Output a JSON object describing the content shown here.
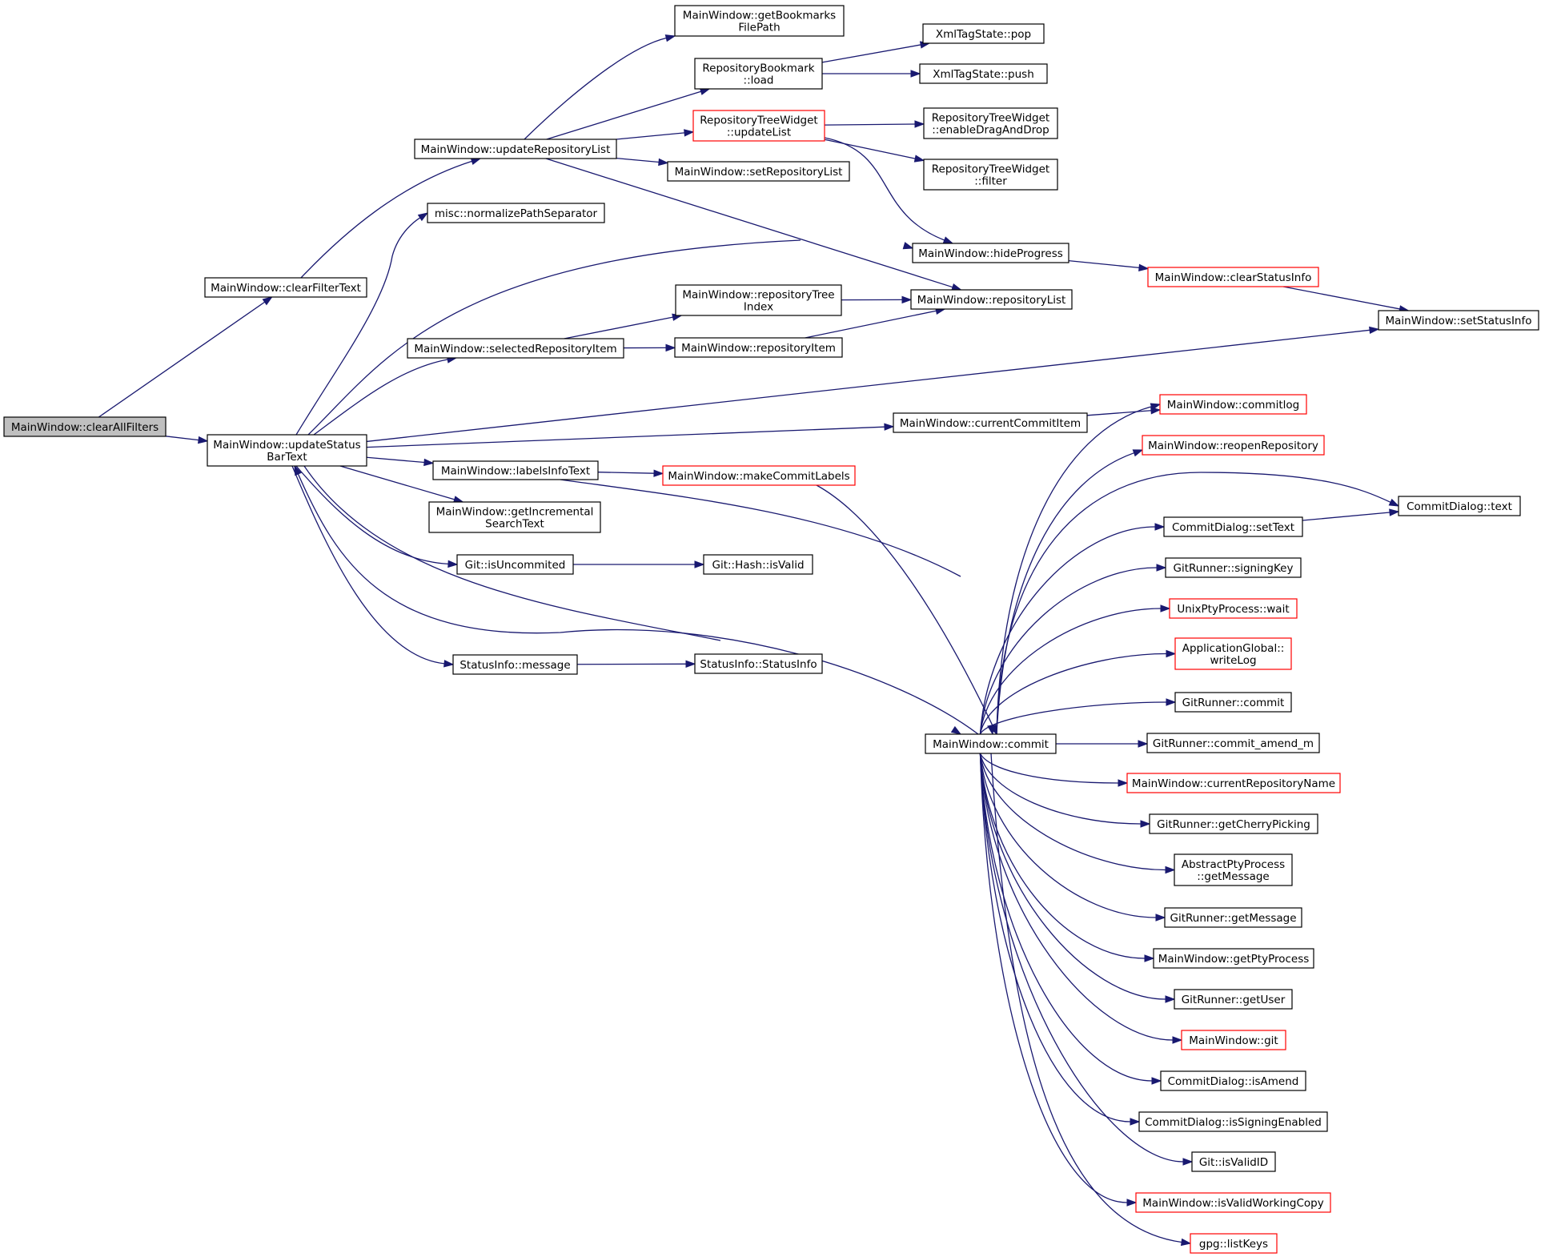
{
  "diagram": {
    "nodes": [
      {
        "id": "clearAllFilters",
        "lines": [
          "MainWindow::clearAllFilters"
        ],
        "root": true
      },
      {
        "id": "clearFilterText",
        "lines": [
          "MainWindow::clearFilterText"
        ]
      },
      {
        "id": "updateStatusBarText",
        "lines": [
          "MainWindow::updateStatus",
          "BarText"
        ]
      },
      {
        "id": "updateRepositoryList",
        "lines": [
          "MainWindow::updateRepositoryList"
        ]
      },
      {
        "id": "normalizePathSeparator",
        "lines": [
          "misc::normalizePathSeparator"
        ]
      },
      {
        "id": "selectedRepositoryItem",
        "lines": [
          "MainWindow::selectedRepositoryItem"
        ]
      },
      {
        "id": "labelsInfoText",
        "lines": [
          "MainWindow::labelsInfoText"
        ]
      },
      {
        "id": "getIncrementalSearchText",
        "lines": [
          "MainWindow::getIncremental",
          "SearchText"
        ]
      },
      {
        "id": "isUncommited",
        "lines": [
          "Git::isUncommited"
        ]
      },
      {
        "id": "message",
        "lines": [
          "StatusInfo::message"
        ]
      },
      {
        "id": "getBookmarksFilePath",
        "lines": [
          "MainWindow::getBookmarks",
          "FilePath"
        ]
      },
      {
        "id": "bookmarkLoad",
        "lines": [
          "RepositoryBookmark",
          "::load"
        ]
      },
      {
        "id": "treeUpdateList",
        "lines": [
          "RepositoryTreeWidget",
          "::updateList"
        ],
        "red": true
      },
      {
        "id": "setRepositoryList",
        "lines": [
          "MainWindow::setRepositoryList"
        ]
      },
      {
        "id": "repositoryTreeIndex",
        "lines": [
          "MainWindow::repositoryTree",
          "Index"
        ]
      },
      {
        "id": "repositoryItem",
        "lines": [
          "MainWindow::repositoryItem"
        ]
      },
      {
        "id": "makeCommitLabels",
        "lines": [
          "MainWindow::makeCommitLabels"
        ],
        "red": true
      },
      {
        "id": "hashIsValid",
        "lines": [
          "Git::Hash::isValid"
        ]
      },
      {
        "id": "statusInfoCtor",
        "lines": [
          "StatusInfo::StatusInfo"
        ]
      },
      {
        "id": "xmlPop",
        "lines": [
          "XmlTagState::pop"
        ]
      },
      {
        "id": "xmlPush",
        "lines": [
          "XmlTagState::push"
        ]
      },
      {
        "id": "enableDragAndDrop",
        "lines": [
          "RepositoryTreeWidget",
          "::enableDragAndDrop"
        ]
      },
      {
        "id": "treeFilter",
        "lines": [
          "RepositoryTreeWidget",
          "::filter"
        ]
      },
      {
        "id": "hideProgress",
        "lines": [
          "MainWindow::hideProgress"
        ]
      },
      {
        "id": "repositoryList",
        "lines": [
          "MainWindow::repositoryList"
        ]
      },
      {
        "id": "currentCommitItem",
        "lines": [
          "MainWindow::currentCommitItem"
        ]
      },
      {
        "id": "commit",
        "lines": [
          "MainWindow::commit"
        ]
      },
      {
        "id": "clearStatusInfo",
        "lines": [
          "MainWindow::clearStatusInfo"
        ],
        "red": true
      },
      {
        "id": "setStatusInfo",
        "lines": [
          "MainWindow::setStatusInfo"
        ]
      },
      {
        "id": "commitlog",
        "lines": [
          "MainWindow::commitlog"
        ],
        "red": true
      },
      {
        "id": "reopenRepository",
        "lines": [
          "MainWindow::reopenRepository"
        ],
        "red": true
      },
      {
        "id": "dialogText",
        "lines": [
          "CommitDialog::text"
        ]
      },
      {
        "id": "dialogSetText",
        "lines": [
          "CommitDialog::setText"
        ]
      },
      {
        "id": "signingKey",
        "lines": [
          "GitRunner::signingKey"
        ]
      },
      {
        "id": "ptyWait",
        "lines": [
          "UnixPtyProcess::wait"
        ],
        "red": true
      },
      {
        "id": "writeLog",
        "lines": [
          "ApplicationGlobal::",
          "writeLog"
        ],
        "red": true
      },
      {
        "id": "runnerCommit",
        "lines": [
          "GitRunner::commit"
        ]
      },
      {
        "id": "commitAmendM",
        "lines": [
          "GitRunner::commit_amend_m"
        ]
      },
      {
        "id": "currentRepositoryName",
        "lines": [
          "MainWindow::currentRepositoryName"
        ],
        "red": true
      },
      {
        "id": "getCherryPicking",
        "lines": [
          "GitRunner::getCherryPicking"
        ]
      },
      {
        "id": "abstractGetMessage",
        "lines": [
          "AbstractPtyProcess",
          "::getMessage"
        ]
      },
      {
        "id": "runnerGetMessage",
        "lines": [
          "GitRunner::getMessage"
        ]
      },
      {
        "id": "getPtyProcess",
        "lines": [
          "MainWindow::getPtyProcess"
        ]
      },
      {
        "id": "getUser",
        "lines": [
          "GitRunner::getUser"
        ]
      },
      {
        "id": "mwGit",
        "lines": [
          "MainWindow::git"
        ],
        "red": true
      },
      {
        "id": "isAmend",
        "lines": [
          "CommitDialog::isAmend"
        ]
      },
      {
        "id": "isSigningEnabled",
        "lines": [
          "CommitDialog::isSigningEnabled"
        ]
      },
      {
        "id": "isValidID",
        "lines": [
          "Git::isValidID"
        ]
      },
      {
        "id": "isValidWorkingCopy",
        "lines": [
          "MainWindow::isValidWorkingCopy"
        ],
        "red": true
      },
      {
        "id": "listKeys",
        "lines": [
          "gpg::listKeys"
        ],
        "red": true
      }
    ],
    "edges": [
      [
        "clearAllFilters",
        "clearFilterText"
      ],
      [
        "clearAllFilters",
        "updateStatusBarText"
      ],
      [
        "clearFilterText",
        "updateRepositoryList"
      ],
      [
        "updateRepositoryList",
        "getBookmarksFilePath"
      ],
      [
        "updateRepositoryList",
        "bookmarkLoad"
      ],
      [
        "updateRepositoryList",
        "treeUpdateList"
      ],
      [
        "updateRepositoryList",
        "setRepositoryList"
      ],
      [
        "updateRepositoryList",
        "repositoryList"
      ],
      [
        "bookmarkLoad",
        "xmlPop"
      ],
      [
        "bookmarkLoad",
        "xmlPush"
      ],
      [
        "treeUpdateList",
        "enableDragAndDrop"
      ],
      [
        "treeUpdateList",
        "treeFilter"
      ],
      [
        "treeUpdateList",
        "hideProgress"
      ],
      [
        "updateStatusBarText",
        "normalizePathSeparator"
      ],
      [
        "updateStatusBarText",
        "hideProgress"
      ],
      [
        "updateStatusBarText",
        "selectedRepositoryItem"
      ],
      [
        "updateStatusBarText",
        "setStatusInfo"
      ],
      [
        "updateStatusBarText",
        "currentCommitItem"
      ],
      [
        "updateStatusBarText",
        "labelsInfoText"
      ],
      [
        "updateStatusBarText",
        "getIncrementalSearchText"
      ],
      [
        "updateStatusBarText",
        "isUncommited"
      ],
      [
        "updateStatusBarText",
        "commit"
      ],
      [
        "updateStatusBarText",
        "message"
      ],
      [
        "commit",
        "updateStatusBarText"
      ],
      [
        "selectedRepositoryItem",
        "repositoryTreeIndex"
      ],
      [
        "selectedRepositoryItem",
        "repositoryItem"
      ],
      [
        "repositoryTreeIndex",
        "repositoryList"
      ],
      [
        "repositoryItem",
        "repositoryList"
      ],
      [
        "hideProgress",
        "clearStatusInfo"
      ],
      [
        "clearStatusInfo",
        "setStatusInfo"
      ],
      [
        "currentCommitItem",
        "commitlog"
      ],
      [
        "labelsInfoText",
        "makeCommitLabels"
      ],
      [
        "labelsInfoText",
        "commit"
      ],
      [
        "makeCommitLabels",
        "commit"
      ],
      [
        "isUncommited",
        "hashIsValid"
      ],
      [
        "message",
        "statusInfoCtor"
      ],
      [
        "dialogSetText",
        "dialogText"
      ],
      [
        "commit",
        "commitlog"
      ],
      [
        "commit",
        "reopenRepository"
      ],
      [
        "commit",
        "dialogText"
      ],
      [
        "commit",
        "dialogSetText"
      ],
      [
        "commit",
        "signingKey"
      ],
      [
        "commit",
        "ptyWait"
      ],
      [
        "commit",
        "writeLog"
      ],
      [
        "commit",
        "runnerCommit"
      ],
      [
        "commit",
        "commitAmendM"
      ],
      [
        "commit",
        "currentRepositoryName"
      ],
      [
        "commit",
        "getCherryPicking"
      ],
      [
        "commit",
        "abstractGetMessage"
      ],
      [
        "commit",
        "runnerGetMessage"
      ],
      [
        "commit",
        "getPtyProcess"
      ],
      [
        "commit",
        "getUser"
      ],
      [
        "commit",
        "mwGit"
      ],
      [
        "commit",
        "isAmend"
      ],
      [
        "commit",
        "isSigningEnabled"
      ],
      [
        "commit",
        "isValidID"
      ],
      [
        "commit",
        "isValidWorkingCopy"
      ],
      [
        "commit",
        "listKeys"
      ]
    ]
  }
}
